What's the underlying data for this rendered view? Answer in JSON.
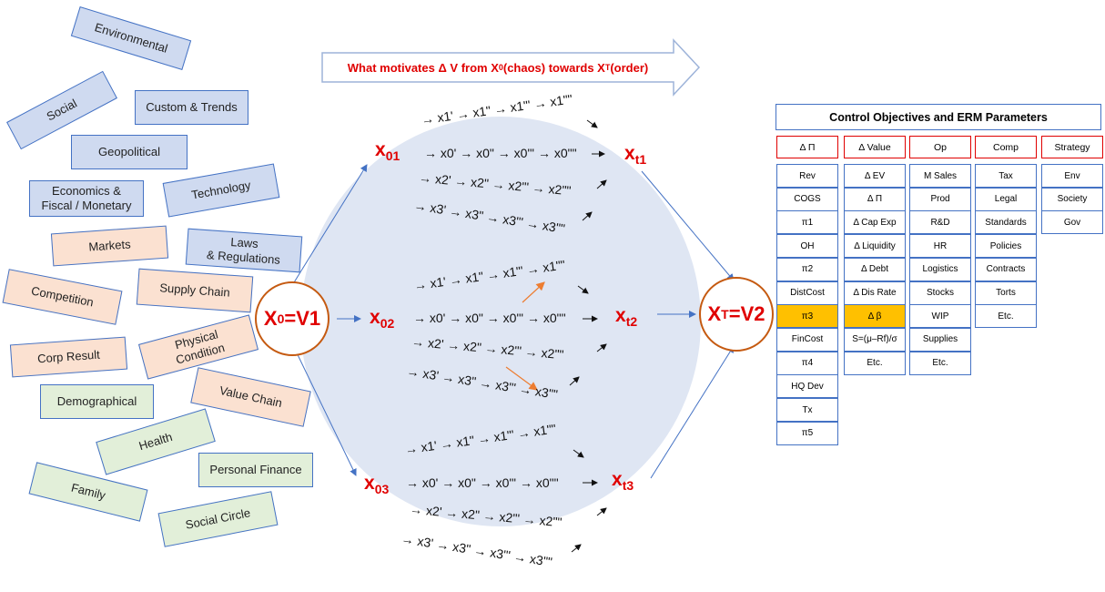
{
  "factors": [
    {
      "label": "Environmental",
      "color": "blue"
    },
    {
      "label": "Social",
      "color": "blue"
    },
    {
      "label": "Custom & Trends",
      "color": "blue"
    },
    {
      "label": "Geopolitical",
      "color": "blue"
    },
    {
      "label": "Economics &\nFiscal / Monetary",
      "color": "blue"
    },
    {
      "label": "Technology",
      "color": "blue"
    },
    {
      "label": "Markets",
      "color": "peach"
    },
    {
      "label": "Laws\n& Regulations",
      "color": "blue"
    },
    {
      "label": "Competition",
      "color": "peach"
    },
    {
      "label": "Supply Chain",
      "color": "peach"
    },
    {
      "label": "Corp Result",
      "color": "peach"
    },
    {
      "label": "Physical\nCondition",
      "color": "peach"
    },
    {
      "label": "Demographical",
      "color": "green"
    },
    {
      "label": "Value Chain",
      "color": "peach"
    },
    {
      "label": "Health",
      "color": "green"
    },
    {
      "label": "Personal Finance",
      "color": "green"
    },
    {
      "label": "Family",
      "color": "green"
    },
    {
      "label": "Social Circle",
      "color": "green"
    }
  ],
  "banner": {
    "prefix": "What motivates Δ V from X",
    "sub0": "0",
    "mid": " (chaos) towards X",
    "subT": "T",
    "suffix": " (order)"
  },
  "nodes": {
    "start": {
      "main": "X",
      "sub": "0",
      "tail": "=V1"
    },
    "end": {
      "main": "X",
      "sub": "T",
      "tail": " =V2"
    },
    "x01": {
      "main": "x",
      "sub": "01"
    },
    "x02": {
      "main": "x",
      "sub": "02"
    },
    "x03": {
      "main": "x",
      "sub": "03"
    },
    "xt1": {
      "main": "x",
      "sub": "t1"
    },
    "xt2": {
      "main": "x",
      "sub": "t2"
    },
    "xt3": {
      "main": "x",
      "sub": "t3"
    }
  },
  "sequences": {
    "row1": "→ x1' → x1\" → x1\"' → x1\"\"",
    "row0": "→ x0' → x0\" → x0\"' → x0\"\"",
    "row2": "→ x2' → x2\" → x2\"' → x2\"\"",
    "row3": "→ x3' → x3\" → x3\"' → x3\"\""
  },
  "table": {
    "title": "Control Objectives and ERM Parameters",
    "columns": [
      {
        "header": "Δ Π",
        "items": [
          "Rev",
          "COGS",
          "π1",
          "OH",
          "π2",
          "DistCost",
          "π3",
          "FinCost",
          "π4",
          "HQ Dev",
          "Tx",
          "π5"
        ],
        "highlight": [
          6
        ]
      },
      {
        "header": "Δ Value",
        "items": [
          "Δ EV",
          "Δ Π",
          "Δ Cap Exp",
          "Δ Liquidity",
          "Δ Debt",
          "Δ Dis Rate",
          "Δ β",
          "S=(μ–Rf)/σ",
          "Etc."
        ],
        "highlight": [
          6
        ]
      },
      {
        "header": "Op",
        "items": [
          "M Sales",
          "Prod",
          "R&D",
          "HR",
          "Logistics",
          "Stocks",
          "WIP",
          "Supplies",
          "Etc."
        ],
        "highlight": []
      },
      {
        "header": "Comp",
        "items": [
          "Tax",
          "Legal",
          "Standards",
          "Policies",
          "Contracts",
          "Torts",
          "Etc."
        ],
        "highlight": []
      },
      {
        "header": "Strategy",
        "items": [
          "Env",
          "Society",
          "Gov"
        ],
        "highlight": []
      }
    ]
  },
  "colors": {
    "accent_red": "#e00000",
    "circle_border": "#c55a11",
    "arrow_blue": "#4472c4",
    "arrow_orange": "#ed7d31",
    "highlight": "#ffc000",
    "ellipse": "#dfe6f3"
  }
}
